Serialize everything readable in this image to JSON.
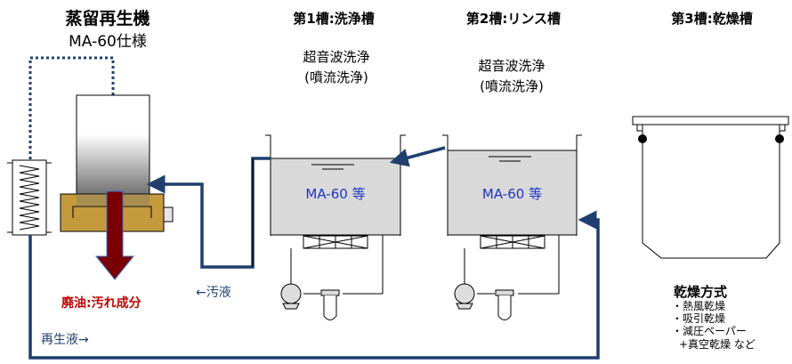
{
  "still": {
    "title": "蒸留再生機",
    "subtitle": "MA-60仕様"
  },
  "tank1": {
    "header": "第1槽:洗浄槽",
    "method_line1": "超音波洗浄",
    "method_line2": "(噴流洗浄)",
    "liquid": "MA-60 等"
  },
  "tank2": {
    "header": "第2槽:リンス槽",
    "method_line1": "超音波洗浄",
    "method_line2": "(噴流洗浄)",
    "liquid": "MA-60 等"
  },
  "tank3": {
    "header": "第3槽:乾燥槽"
  },
  "drying": {
    "title": "乾燥方式",
    "items": [
      "・熱風乾燥",
      "・吸引乾燥",
      "・減圧ペーパー",
      "+真空乾燥 など"
    ]
  },
  "flows": {
    "waste_oil": "廃油:汚れ成分",
    "dirty_liquid": "←汚液",
    "regen_liquid": "再生液→"
  },
  "colors": {
    "pipe": "#1f3f6e",
    "liquid_text": "#1d35c8",
    "waste_text": "#c00000",
    "waste_arrow": "#7a0000",
    "heater": "#c49a3c",
    "tank_liquid": "#d9d9d9"
  }
}
